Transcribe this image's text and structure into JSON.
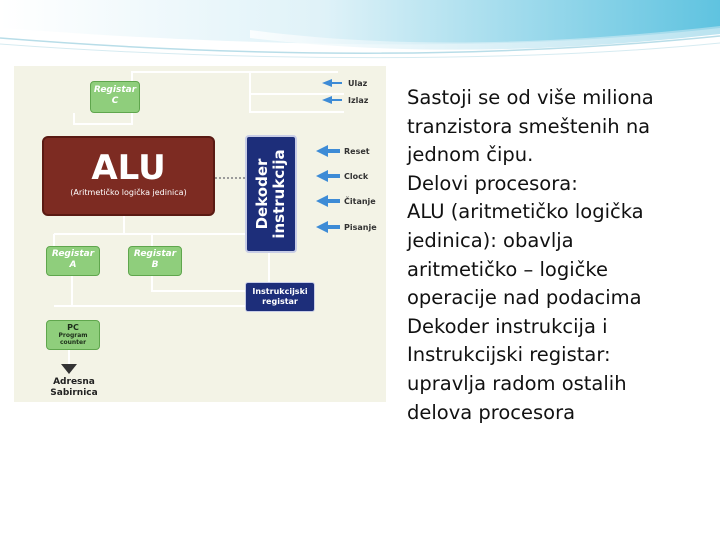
{
  "diagram": {
    "registar_c": [
      "Registar",
      "C"
    ],
    "alu_title": "ALU",
    "alu_subtitle": "(Aritmetičko logička jedinica)",
    "decoder_label": [
      "Dekoder",
      "instrukcija"
    ],
    "registar_a": [
      "Registar",
      "A"
    ],
    "registar_b": [
      "Registar",
      "B"
    ],
    "instruction_register": [
      "Instrukcijski",
      "registar"
    ],
    "pc": [
      "PC",
      "Program",
      "counter"
    ],
    "address_bus": [
      "Adresna",
      "Sabirnica"
    ],
    "signals": [
      "Ulaz",
      "Izlaz",
      "Reset",
      "Clock",
      "Čitanje",
      "Pisanje"
    ]
  },
  "text_lines": [
    "Sastoji se od više miliona",
    "tranzistora smeštenih na",
    "jednom čipu.",
    "Delovi procesora:",
    "ALU (aritmetičko logička",
    "jedinica): obavlja",
    "aritmetičko – logičke",
    "operacije nad podacima",
    "Dekoder instrukcija i",
    "Instrukcijski registar:",
    "upravlja radom ostalih",
    "delova procesora"
  ]
}
